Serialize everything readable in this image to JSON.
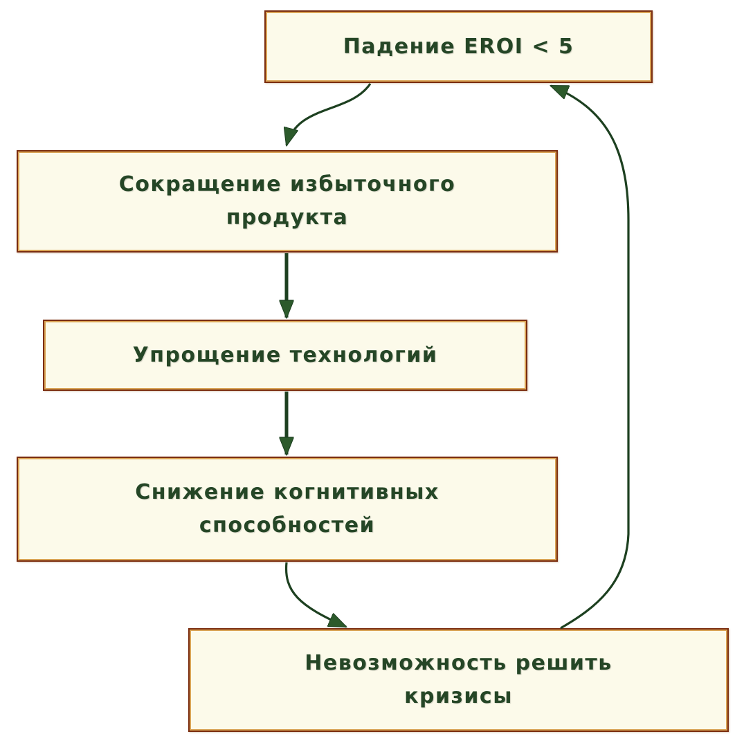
{
  "diagram": {
    "type": "flowchart",
    "language": "ru",
    "background_color": "#ffffff",
    "node_fill_color": "#fcfaea",
    "node_border_outer_color": "#7a2d10",
    "node_border_inner_color": "#d9a355",
    "text_color": "#254626",
    "arrow_line_color": "#1d4020",
    "arrowhead_color": "#2c5a2b",
    "nodes": {
      "eroi": {
        "label": "Падение EROI < 5"
      },
      "surplus": {
        "line1": "Сокращение избыточного",
        "line2": "продукта"
      },
      "simplify": {
        "label": "Упрощение технологий"
      },
      "cognitive": {
        "line1": "Снижение когнитивных",
        "line2": "способностей"
      },
      "crises": {
        "line1": "Невозможность решить",
        "line2": "кризисы"
      }
    },
    "edges": [
      {
        "from": "eroi",
        "to": "surplus"
      },
      {
        "from": "surplus",
        "to": "simplify"
      },
      {
        "from": "simplify",
        "to": "cognitive"
      },
      {
        "from": "cognitive",
        "to": "crises"
      },
      {
        "from": "crises",
        "to": "eroi",
        "kind": "feedback-loop"
      }
    ]
  }
}
